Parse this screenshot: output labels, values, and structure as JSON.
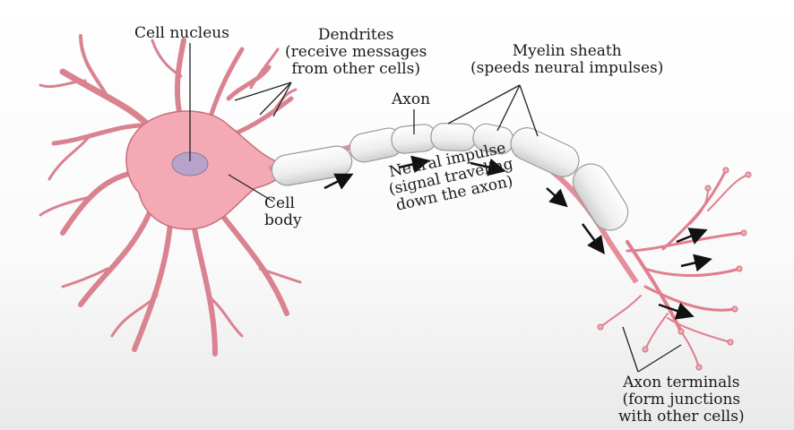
{
  "labels": {
    "cell_nucleus": "Cell nucleus",
    "dendrites": [
      "Dendrites",
      "(receive messages",
      "from other cells)"
    ],
    "myelin_sheath": [
      "Myelin sheath",
      "(speeds neural impulses)"
    ],
    "axon": "Axon",
    "cell_body": [
      "Cell",
      "body"
    ],
    "neural_impulse": [
      "Neural impulse",
      "(signal traveling",
      "down the axon)"
    ],
    "axon_terminals": [
      "Axon terminals",
      "(form junctions",
      "with other cells)"
    ]
  },
  "colors": {
    "cell": "#f2a9b3",
    "cell_edge": "#c96d7c",
    "nucleus": "#b7a3c9",
    "myelin": "#f0efef",
    "arrow": "#111111"
  }
}
